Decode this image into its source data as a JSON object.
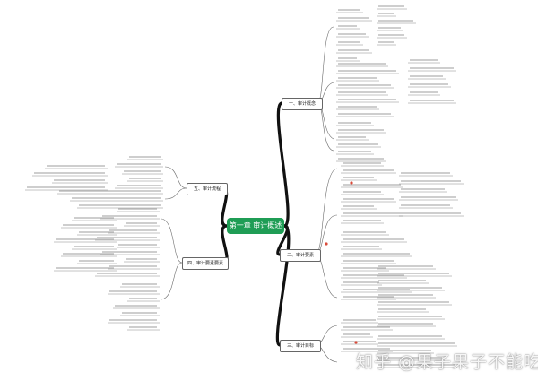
{
  "mindmap": {
    "center_label": "第一章 审计概述",
    "branches": [
      {
        "id": "b1",
        "label": "一、审计概念"
      },
      {
        "id": "b2",
        "label": "二、审计要素"
      },
      {
        "id": "b3",
        "label": "三、审计目标"
      },
      {
        "id": "b4",
        "label": "四、审计要素要素"
      },
      {
        "id": "b5",
        "label": "五、审计流程"
      }
    ]
  },
  "watermark": {
    "text": "知乎 @果子果子不能吃"
  },
  "colors": {
    "center_fill": "#1f9d55",
    "edge": "#111111",
    "leaf_line": "#6a6a6a",
    "highlight": "#d94b3a",
    "leaf_text": "#888888"
  }
}
